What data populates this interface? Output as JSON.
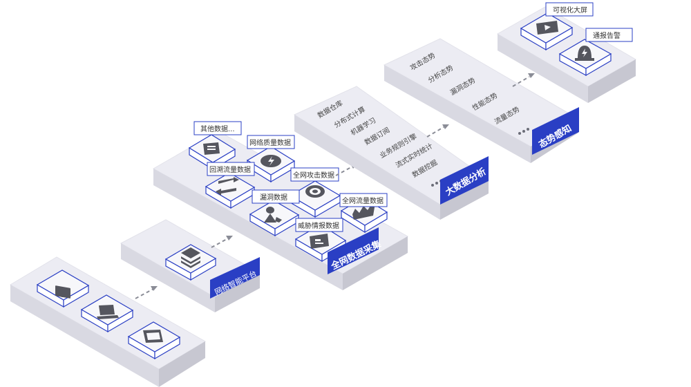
{
  "platform": {
    "name": "网络智能平台"
  },
  "collection": {
    "name": "全网数据采集",
    "sources": [
      "其他数据...",
      "网络质量数据",
      "回溯流量数据",
      "全网攻击数据",
      "漏洞数据",
      "全网流量数据",
      "威胁情报数据"
    ]
  },
  "analysis": {
    "name": "大数据分析",
    "items": [
      "数据仓库",
      "分布式计算",
      "机器学习",
      "数据订阅",
      "业务规则引擎",
      "流式实时统计",
      "数据挖掘"
    ]
  },
  "awareness": {
    "name": "态势感知",
    "items": [
      "攻击态势",
      "分析态势",
      "漏洞态势",
      "性能态势",
      "流量态势"
    ]
  },
  "outputs": {
    "items": [
      "可视化大屏",
      "通报告警"
    ]
  },
  "icons": {
    "devices": [
      "monitor-icon",
      "laptop-icon",
      "tablet-icon"
    ],
    "platform": "layers-icon",
    "sources": [
      "document-icon",
      "shield-icon",
      "transfer-icon",
      "attack-target-icon",
      "vulnerability-icon",
      "traffic-chart-icon",
      "intel-icon"
    ],
    "outputs": [
      "video-screen-icon",
      "alarm-icon"
    ]
  },
  "colors": {
    "accent": "#2a3fc4",
    "slab": "#ececf3",
    "arrow": "#8a8c96"
  }
}
